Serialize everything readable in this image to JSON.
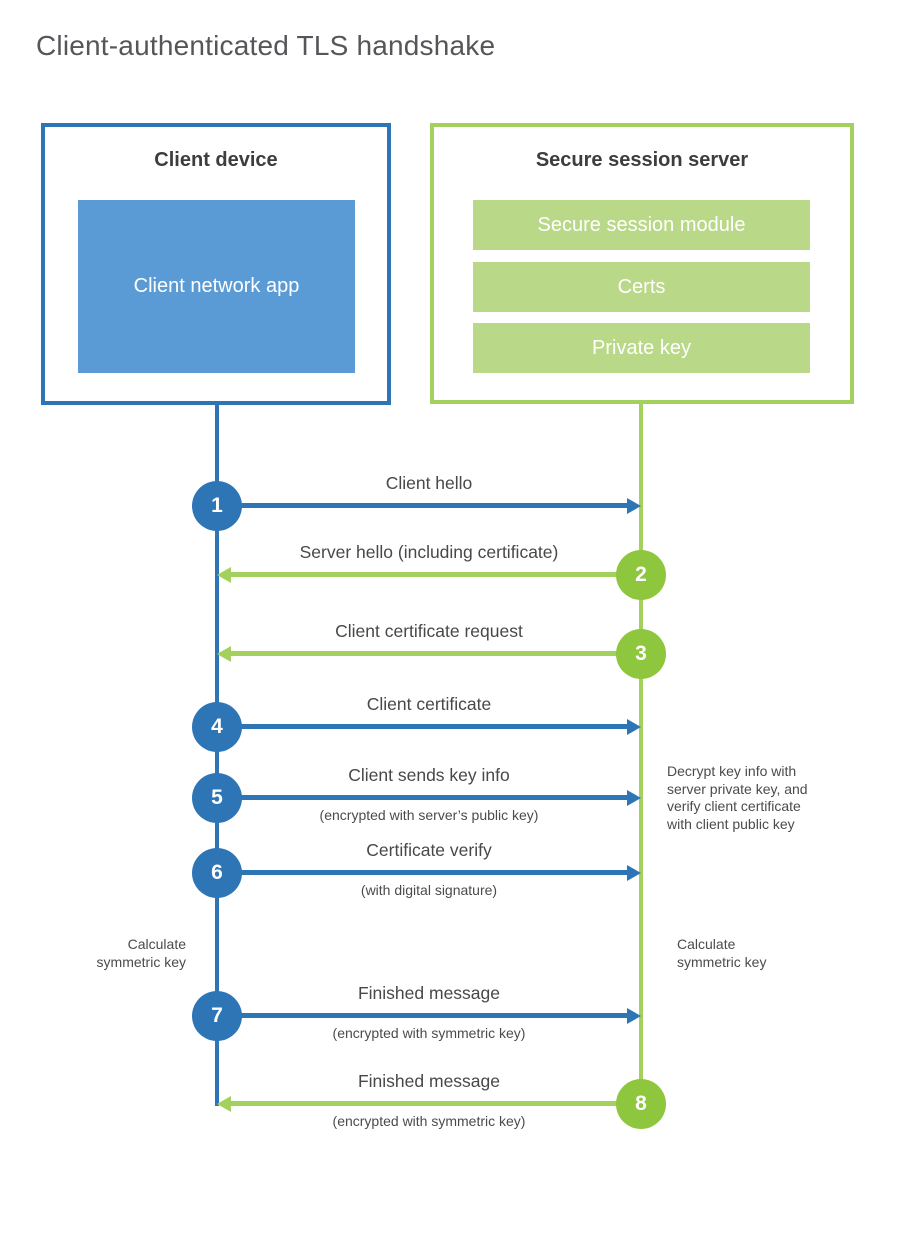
{
  "title": "Client-authenticated TLS handshake",
  "colors": {
    "blue_strong": "#2e75b6",
    "blue_fill": "#5b9bd5",
    "green_strong": "#a4d05e",
    "green_circle": "#8ec63e",
    "green_fill": "#b9d888",
    "text": "#47484a",
    "heading": "#3c3d3f"
  },
  "client": {
    "heading": "Client device",
    "module": "Client network app"
  },
  "server": {
    "heading": "Secure session server",
    "modules": [
      {
        "label": "Secure session module"
      },
      {
        "label": "Certs"
      },
      {
        "label": "Private key"
      }
    ]
  },
  "messages": [
    {
      "step": "1",
      "label": "Client hello",
      "sublabel": ""
    },
    {
      "step": "2",
      "label": "Server hello (including certificate)",
      "sublabel": ""
    },
    {
      "step": "3",
      "label": "Client certificate request",
      "sublabel": ""
    },
    {
      "step": "4",
      "label": "Client certificate",
      "sublabel": ""
    },
    {
      "step": "5",
      "label": "Client sends key info",
      "sublabel": "(encrypted with server’s public key)"
    },
    {
      "step": "6",
      "label": "Certificate verify",
      "sublabel": "(with digital signature)"
    },
    {
      "step": "7",
      "label": "Finished message",
      "sublabel": "(encrypted with symmetric key)"
    },
    {
      "step": "8",
      "label": "Finished message",
      "sublabel": "(encrypted with symmetric key)"
    }
  ],
  "notes": {
    "decrypt": "Decrypt key info with server private key, and verify client certificate with client public key",
    "calc_left": "Calculate symmetric key",
    "calc_right": "Calculate symmetric key"
  }
}
